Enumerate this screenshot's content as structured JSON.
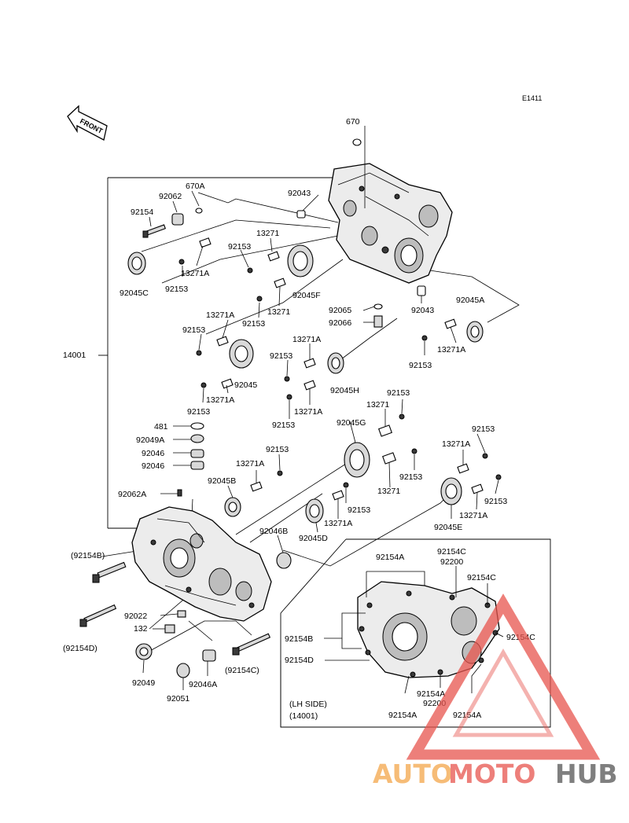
{
  "diagram_code": "E1411",
  "front_label": "FRONT",
  "lh_side": {
    "title": "(LH SIDE)",
    "part": "(14001)"
  },
  "watermark": {
    "auto": "AUTO",
    "moto": "MOTO",
    "hub": "HUB",
    "color_auto": "#f4a64a",
    "color_moto": "#e8554e",
    "color_hub": "#555555"
  },
  "labels": {
    "p670": "670",
    "p670A": "670A",
    "p92062": "92062",
    "p92154": "92154",
    "p92043_top": "92043",
    "p13271_a": "13271",
    "p92153_a": "92153",
    "p92045C": "92045C",
    "p13271A_a": "13271A",
    "p92153_b": "92153",
    "p92045F": "92045F",
    "p13271_b": "13271",
    "p92153_c": "92153",
    "p92065": "92065",
    "p92066": "92066",
    "p92043_mid": "92043",
    "p92045A": "92045A",
    "p13271A_b": "13271A",
    "p92153_d": "92153",
    "p13271A_c": "13271A",
    "p92153_e": "92153",
    "p14001": "14001",
    "p13271A_d": "13271A",
    "p92153_f": "92153",
    "p92045": "92045",
    "p92045H": "92045H",
    "p13271A_e": "13271A",
    "p92153_g": "92153",
    "p13271A_f": "13271A",
    "p92153_h": "92153",
    "p92153_i": "92153",
    "p13271_c": "13271",
    "p481": "481",
    "p92049A": "92049A",
    "p92046_a": "92046",
    "p92046_b": "92046",
    "p92045G": "92045G",
    "p92153_j": "92153",
    "p13271A_g": "13271A",
    "p92153_k": "92153",
    "p13271A_h": "13271A",
    "p92045B": "92045B",
    "p92153_l": "92153",
    "p13271_d": "13271",
    "p92153_m": "92153",
    "p92062A": "92062A",
    "p92153_n": "92153",
    "p13271A_i": "13271A",
    "p13271A_j": "13271A",
    "p92045E": "92045E",
    "p92046B": "92046B",
    "p92045D": "92045D",
    "p92154B": "(92154B)",
    "p92022": "92022",
    "p132": "132",
    "p92154D": "(92154D)",
    "p92049": "92049",
    "p92051": "92051",
    "p92046A": "92046A",
    "p92154C_bolt": "(92154C)",
    "lh_92154A_top": "92154A",
    "lh_92154C_a": "92154C",
    "lh_92200_a": "92200",
    "lh_92154C_b": "92154C",
    "lh_92154B": "92154B",
    "lh_92154C_c": "92154C",
    "lh_92154D": "92154D",
    "lh_92154A_b": "92154A",
    "lh_92200_b": "92200",
    "lh_92154A_c": "92154A",
    "lh_92154A_d": "92154A"
  }
}
